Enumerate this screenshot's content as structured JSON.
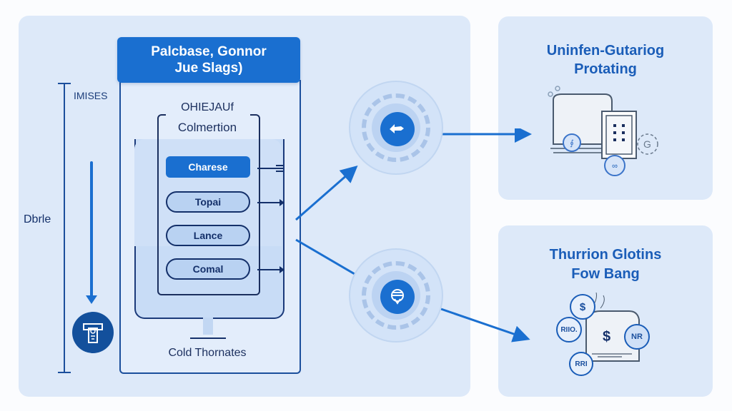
{
  "colors": {
    "background": "#fbfcfe",
    "panel": "#dde9f9",
    "accent": "#1a6fd0",
    "dark_line": "#1b4f9c",
    "title_blue": "#1a5db8",
    "text_dark": "#14306a"
  },
  "left_axis": {
    "top_label": "IMISES",
    "side_label": "Dbrle",
    "bottom_icon": "person-portrait-icon"
  },
  "center_column": {
    "header_line1": "Palcbase, Gonnor",
    "header_line2": "Jue Slags)",
    "subtitle_line1": "OHIEJAUf",
    "subtitle_line2": "Colmertion",
    "items": [
      {
        "label": "Charese",
        "active": true
      },
      {
        "label": "Topai",
        "active": false
      },
      {
        "label": "Lance",
        "active": false
      },
      {
        "label": "Comal",
        "active": false
      }
    ],
    "footer": "Cold Thornates"
  },
  "hubs": [
    {
      "name": "top-hub",
      "icon": "cloud-arrow-icon"
    },
    {
      "name": "bottom-hub",
      "icon": "shield-globe-icon"
    }
  ],
  "right_panels": {
    "top": {
      "title_line1": "Uninfen-Gutariog",
      "title_line2": "Protating",
      "illustration": "devices-illustration",
      "badge_g": "G"
    },
    "bottom": {
      "title_line1": "Thurrion Glotins",
      "title_line2": "Fow Bang",
      "illustration": "payments-illustration",
      "coins": [
        "$",
        "RIIO.",
        "$",
        "NR",
        "RRI"
      ]
    }
  }
}
